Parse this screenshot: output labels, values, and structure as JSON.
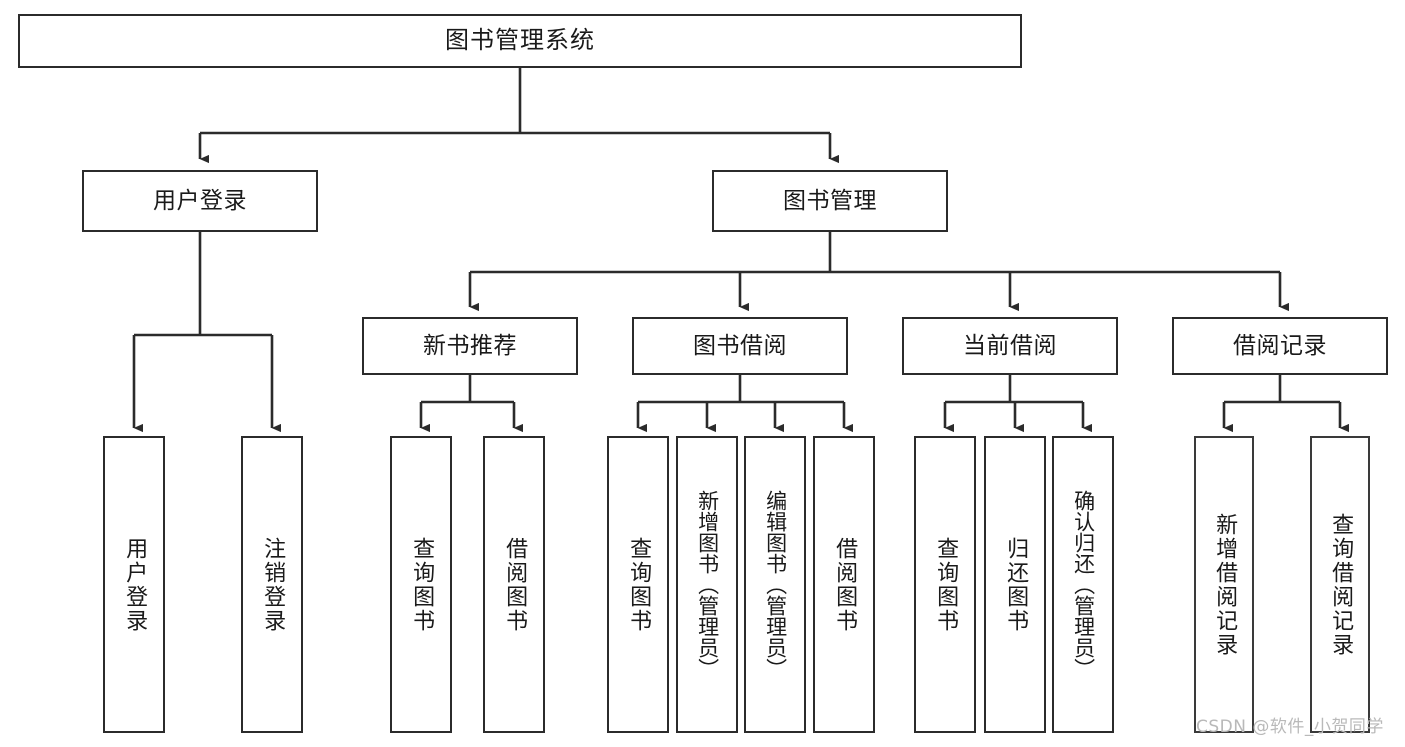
{
  "diagram": {
    "type": "tree-hierarchy-diagram",
    "title": "图书管理系统",
    "watermark": "CSDN @软件_小贺同学",
    "colors": {
      "background": "#ffffff",
      "box_border": "#2b2b2b",
      "text": "#1a1a1a",
      "edge": "#2b2b2b",
      "watermark": "#b9b9b9"
    },
    "levels": {
      "level0": [
        {
          "id": "root",
          "label": "图书管理系统"
        }
      ],
      "level1": [
        {
          "id": "user-login",
          "label": "用户登录"
        },
        {
          "id": "book-manage",
          "label": "图书管理"
        }
      ],
      "level2": [
        {
          "id": "new-book-recommend",
          "label": "新书推荐"
        },
        {
          "id": "book-borrow",
          "label": "图书借阅"
        },
        {
          "id": "current-borrow",
          "label": "当前借阅"
        },
        {
          "id": "borrow-record",
          "label": "借阅记录"
        }
      ],
      "level3": [
        {
          "id": "leaf-user-login",
          "label": "用户登录",
          "parent": "user-login"
        },
        {
          "id": "leaf-logout-login",
          "label": "注销登录",
          "parent": "user-login"
        },
        {
          "id": "leaf-query-book-1",
          "label": "查询图书",
          "parent": "new-book-recommend"
        },
        {
          "id": "leaf-borrow-book-1",
          "label": "借阅图书",
          "parent": "new-book-recommend"
        },
        {
          "id": "leaf-query-book-2",
          "label": "查询图书",
          "parent": "book-borrow"
        },
        {
          "id": "leaf-add-book-admin",
          "label": "新增图书（管理员）",
          "parent": "book-borrow"
        },
        {
          "id": "leaf-edit-book-admin",
          "label": "编辑图书（管理员）",
          "parent": "book-borrow"
        },
        {
          "id": "leaf-borrow-book-2",
          "label": "借阅图书",
          "parent": "book-borrow"
        },
        {
          "id": "leaf-query-book-3",
          "label": "查询图书",
          "parent": "current-borrow"
        },
        {
          "id": "leaf-return-book",
          "label": "归还图书",
          "parent": "current-borrow"
        },
        {
          "id": "leaf-confirm-return-admin",
          "label": "确认归还（管理员）",
          "parent": "current-borrow"
        },
        {
          "id": "leaf-add-borrow-record",
          "label": "新增借阅记录",
          "parent": "borrow-record"
        },
        {
          "id": "leaf-query-borrow-record",
          "label": "查询借阅记录",
          "parent": "borrow-record"
        }
      ]
    }
  }
}
